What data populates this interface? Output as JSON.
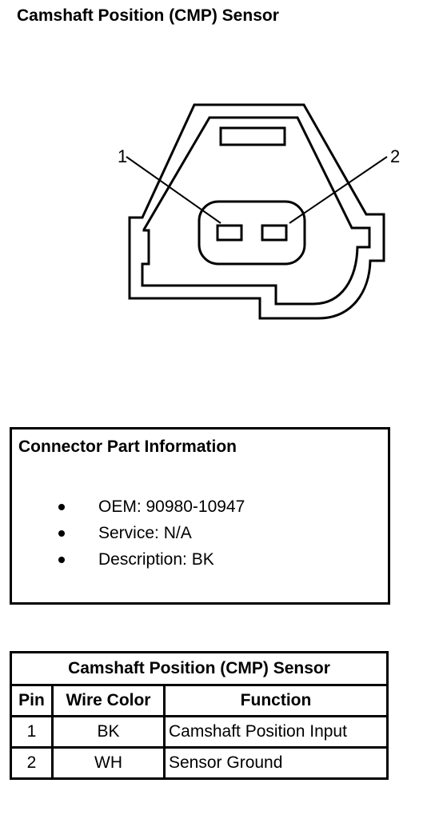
{
  "title": "Camshaft Position (CMP) Sensor",
  "connector_diagram": {
    "pin_labels": [
      "1",
      "2"
    ]
  },
  "connector_info": {
    "heading": "Connector Part Information",
    "items": [
      "OEM: 90980-10947",
      "Service: N/A",
      "Description: BK"
    ]
  },
  "pin_table": {
    "caption": "Camshaft Position (CMP) Sensor",
    "headers": [
      "Pin",
      "Wire Color",
      "Function"
    ],
    "rows": [
      [
        "1",
        "BK",
        "Camshaft Position Input"
      ],
      [
        "2",
        "WH",
        "Sensor Ground"
      ]
    ]
  }
}
